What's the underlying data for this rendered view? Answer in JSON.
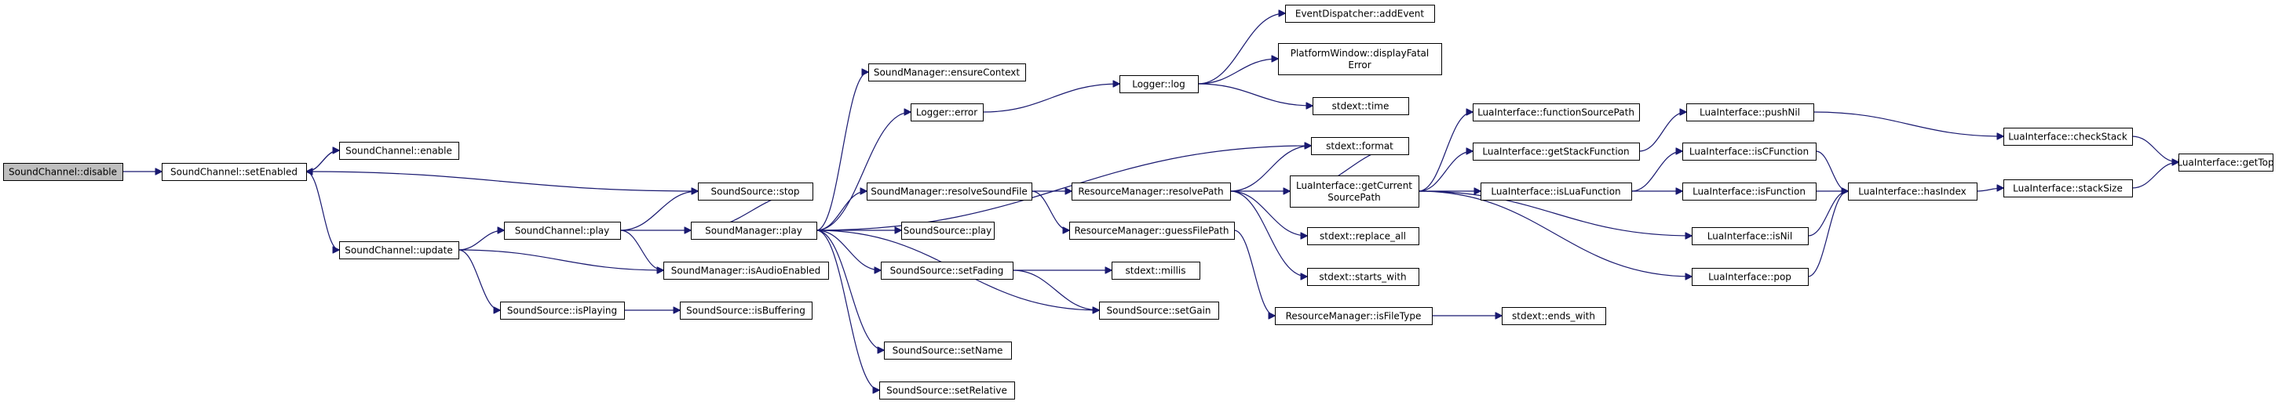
{
  "colors": {
    "edge": "#191970",
    "root_fill": "#bfbfbf",
    "node_fill": "#ffffff",
    "node_border": "#000000"
  },
  "nodes": [
    {
      "id": "disable",
      "lines": [
        "SoundChannel::disable"
      ],
      "root": true
    },
    {
      "id": "setEnabled",
      "lines": [
        "SoundChannel::setEnabled"
      ]
    },
    {
      "id": "enable",
      "lines": [
        "SoundChannel::enable"
      ]
    },
    {
      "id": "ssStop",
      "lines": [
        "SoundSource::stop"
      ]
    },
    {
      "id": "update",
      "lines": [
        "SoundChannel::update"
      ]
    },
    {
      "id": "scPlay",
      "lines": [
        "SoundChannel::play"
      ]
    },
    {
      "id": "isAudioEnabled",
      "lines": [
        "SoundManager::isAudioEnabled"
      ]
    },
    {
      "id": "isPlaying",
      "lines": [
        "SoundSource::isPlaying"
      ]
    },
    {
      "id": "isBuffering",
      "lines": [
        "SoundSource::isBuffering"
      ]
    },
    {
      "id": "smPlay",
      "lines": [
        "SoundManager::play"
      ]
    },
    {
      "id": "ensureContext",
      "lines": [
        "SoundManager::ensureContext"
      ]
    },
    {
      "id": "loggerError",
      "lines": [
        "Logger::error"
      ]
    },
    {
      "id": "loggerLog",
      "lines": [
        "Logger::log"
      ]
    },
    {
      "id": "addEvent",
      "lines": [
        "EventDispatcher::addEvent"
      ]
    },
    {
      "id": "displayFatal",
      "lines": [
        "PlatformWindow::displayFatal",
        "Error"
      ]
    },
    {
      "id": "time",
      "lines": [
        "stdext::time"
      ]
    },
    {
      "id": "format",
      "lines": [
        "stdext::format"
      ]
    },
    {
      "id": "resolveSoundFile",
      "lines": [
        "SoundManager::resolveSoundFile"
      ]
    },
    {
      "id": "resolvePath",
      "lines": [
        "ResourceManager::resolvePath"
      ]
    },
    {
      "id": "guessFilePath",
      "lines": [
        "ResourceManager::guessFilePath"
      ]
    },
    {
      "id": "getCurrentSourcePath",
      "lines": [
        "LuaInterface::getCurrent",
        "SourcePath"
      ]
    },
    {
      "id": "replaceAll",
      "lines": [
        "stdext::replace_all"
      ]
    },
    {
      "id": "startsWith",
      "lines": [
        "stdext::starts_with"
      ]
    },
    {
      "id": "isFileType",
      "lines": [
        "ResourceManager::isFileType"
      ]
    },
    {
      "id": "endsWith",
      "lines": [
        "stdext::ends_with"
      ]
    },
    {
      "id": "ssPlay",
      "lines": [
        "SoundSource::play"
      ]
    },
    {
      "id": "setFading",
      "lines": [
        "SoundSource::setFading"
      ]
    },
    {
      "id": "millis",
      "lines": [
        "stdext::millis"
      ]
    },
    {
      "id": "setGain",
      "lines": [
        "SoundSource::setGain"
      ]
    },
    {
      "id": "setName",
      "lines": [
        "SoundSource::setName"
      ]
    },
    {
      "id": "setRelative",
      "lines": [
        "SoundSource::setRelative"
      ]
    },
    {
      "id": "functionSourcePath",
      "lines": [
        "LuaInterface::functionSourcePath"
      ]
    },
    {
      "id": "getStackFunction",
      "lines": [
        "LuaInterface::getStackFunction"
      ]
    },
    {
      "id": "isLuaFunction",
      "lines": [
        "LuaInterface::isLuaFunction"
      ]
    },
    {
      "id": "pushNil",
      "lines": [
        "LuaInterface::pushNil"
      ]
    },
    {
      "id": "isCFunction",
      "lines": [
        "LuaInterface::isCFunction"
      ]
    },
    {
      "id": "isFunction",
      "lines": [
        "LuaInterface::isFunction"
      ]
    },
    {
      "id": "isNil",
      "lines": [
        "LuaInterface::isNil"
      ]
    },
    {
      "id": "pop",
      "lines": [
        "LuaInterface::pop"
      ]
    },
    {
      "id": "hasIndex",
      "lines": [
        "LuaInterface::hasIndex"
      ]
    },
    {
      "id": "checkStack",
      "lines": [
        "LuaInterface::checkStack"
      ]
    },
    {
      "id": "stackSize",
      "lines": [
        "LuaInterface::stackSize"
      ]
    },
    {
      "id": "getTop",
      "lines": [
        "LuaInterface::getTop"
      ]
    }
  ],
  "edges": [
    [
      "disable",
      "setEnabled"
    ],
    [
      "setEnabled",
      "enable"
    ],
    [
      "enable",
      "setEnabled"
    ],
    [
      "setEnabled",
      "ssStop"
    ],
    [
      "setEnabled",
      "update"
    ],
    [
      "update",
      "scPlay"
    ],
    [
      "update",
      "isAudioEnabled"
    ],
    [
      "update",
      "isPlaying"
    ],
    [
      "scPlay",
      "smPlay"
    ],
    [
      "scPlay",
      "isAudioEnabled"
    ],
    [
      "scPlay",
      "ssStop"
    ],
    [
      "isPlaying",
      "isBuffering"
    ],
    [
      "smPlay",
      "ensureContext"
    ],
    [
      "smPlay",
      "loggerError"
    ],
    [
      "smPlay",
      "format"
    ],
    [
      "smPlay",
      "ssStop"
    ],
    [
      "smPlay",
      "resolveSoundFile"
    ],
    [
      "smPlay",
      "ssPlay"
    ],
    [
      "smPlay",
      "setFading"
    ],
    [
      "smPlay",
      "setGain"
    ],
    [
      "smPlay",
      "setName"
    ],
    [
      "smPlay",
      "setRelative"
    ],
    [
      "loggerError",
      "loggerLog"
    ],
    [
      "loggerLog",
      "addEvent"
    ],
    [
      "loggerLog",
      "displayFatal"
    ],
    [
      "loggerLog",
      "time"
    ],
    [
      "resolveSoundFile",
      "resolvePath"
    ],
    [
      "resolveSoundFile",
      "guessFilePath"
    ],
    [
      "resolvePath",
      "format"
    ],
    [
      "resolvePath",
      "getCurrentSourcePath"
    ],
    [
      "resolvePath",
      "replaceAll"
    ],
    [
      "resolvePath",
      "startsWith"
    ],
    [
      "guessFilePath",
      "isFileType"
    ],
    [
      "isFileType",
      "endsWith"
    ],
    [
      "setFading",
      "millis"
    ],
    [
      "setFading",
      "setGain"
    ],
    [
      "getCurrentSourcePath",
      "functionSourcePath"
    ],
    [
      "getCurrentSourcePath",
      "getStackFunction"
    ],
    [
      "getCurrentSourcePath",
      "isLuaFunction"
    ],
    [
      "getCurrentSourcePath",
      "isNil"
    ],
    [
      "getCurrentSourcePath",
      "pop"
    ],
    [
      "getCurrentSourcePath",
      "format"
    ],
    [
      "getStackFunction",
      "pushNil"
    ],
    [
      "isLuaFunction",
      "isCFunction"
    ],
    [
      "isLuaFunction",
      "isFunction"
    ],
    [
      "pushNil",
      "checkStack"
    ],
    [
      "checkStack",
      "getTop"
    ],
    [
      "isCFunction",
      "hasIndex"
    ],
    [
      "isFunction",
      "hasIndex"
    ],
    [
      "isNil",
      "hasIndex"
    ],
    [
      "pop",
      "hasIndex"
    ],
    [
      "hasIndex",
      "stackSize"
    ],
    [
      "stackSize",
      "getTop"
    ]
  ]
}
